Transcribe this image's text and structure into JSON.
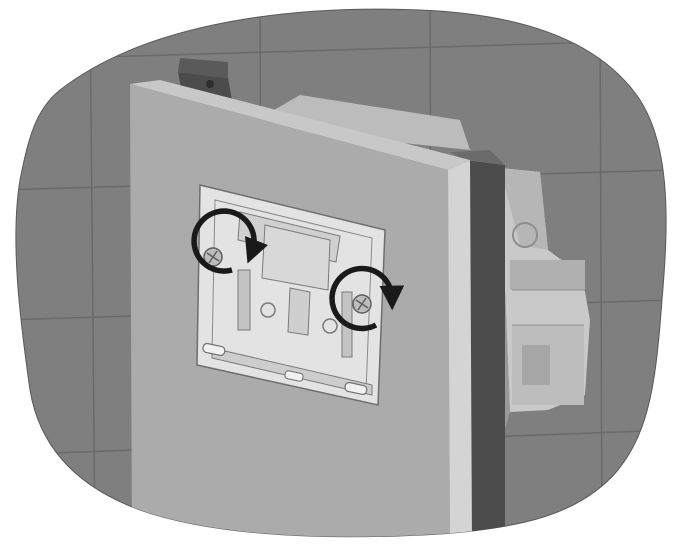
{
  "diagram": {
    "caption": "",
    "colors": {
      "background": "#ffffff",
      "wall": "#7f7f7f",
      "wall_grout": "#6a6a6a",
      "panel_face": "#ababab",
      "panel_edge": "#d4d4d4",
      "panel_top": "#c8c8c8",
      "frame_dark": "#4c4c4c",
      "cistern_body": "#c9c9c9",
      "cistern_shadow": "#9a9a9a",
      "plate": "#e3e3e3",
      "plate_outline": "#6e6e6e",
      "rotation_arrow": "#1a1a1a"
    },
    "parts": [
      {
        "id": "wall",
        "icon": "tiled-wall"
      },
      {
        "id": "mounting-frame",
        "icon": "metal-frame"
      },
      {
        "id": "cistern",
        "icon": "concealed-cistern"
      },
      {
        "id": "cover-panel",
        "icon": "drywall-panel"
      },
      {
        "id": "mounting-plate",
        "icon": "flush-plate-bracket"
      },
      {
        "id": "screw-left",
        "icon": "screw"
      },
      {
        "id": "screw-right",
        "icon": "screw"
      }
    ],
    "rotation_arrows": [
      {
        "id": "left",
        "direction": "clockwise"
      },
      {
        "id": "right",
        "direction": "clockwise"
      }
    ]
  }
}
